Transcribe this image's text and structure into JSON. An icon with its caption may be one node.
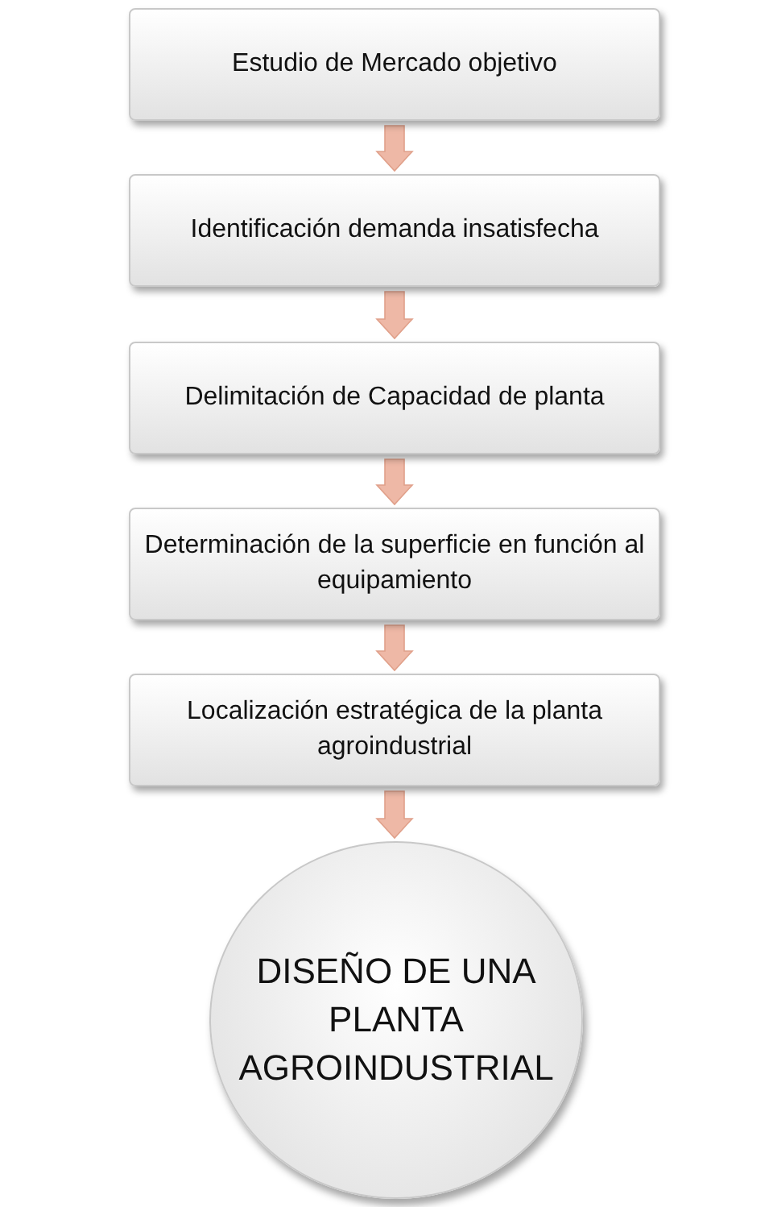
{
  "diagram": {
    "nodes": [
      {
        "text": [
          "Estudio de Mercado objetivo"
        ]
      },
      {
        "text": [
          "Identificación demanda insatisfecha"
        ]
      },
      {
        "text": [
          "Delimitación de Capacidad de planta"
        ]
      },
      {
        "text": [
          "Determinación de la superficie en función al equipamiento"
        ]
      },
      {
        "text": [
          "Localización estratégica de la planta agroindustrial"
        ]
      },
      {
        "text": [
          "DISEÑO DE UNA PLANTA AGROINDUSTRIAL"
        ]
      }
    ],
    "edges": [
      {
        "from": 0,
        "to": 1,
        "arrow": "to"
      },
      {
        "from": 1,
        "to": 2,
        "arrow": "to"
      },
      {
        "from": 2,
        "to": 3,
        "arrow": "to"
      },
      {
        "from": 3,
        "to": 4,
        "arrow": "to"
      },
      {
        "from": 4,
        "to": 5,
        "arrow": "to"
      }
    ]
  }
}
